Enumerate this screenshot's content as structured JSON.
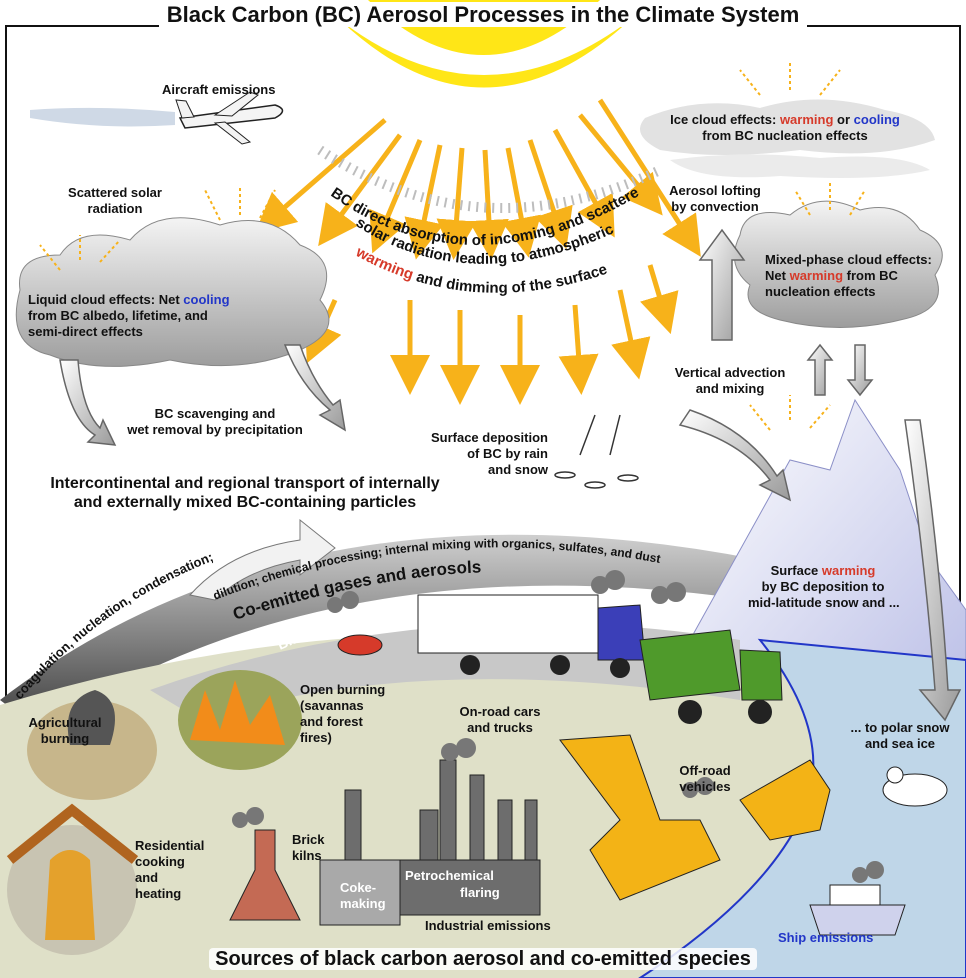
{
  "title": "Black Carbon (BC) Aerosol Processes in the Climate System",
  "footer_title": "Sources of black carbon aerosol and co-emitted species",
  "labels": {
    "aircraft": "Aircraft emissions",
    "scattered_1": "Scattered solar",
    "scattered_2": "radiation",
    "ice_cloud_prefix": "Ice cloud effects:",
    "ice_cloud_warming": "warming",
    "ice_cloud_or": "or",
    "ice_cloud_cooling": "cooling",
    "ice_cloud_line2": "from BC nucleation effects",
    "lofting_1": "Aerosol lofting",
    "lofting_2": "by convection",
    "mixed_1": "Mixed-phase cloud effects:",
    "mixed_2a": "Net",
    "mixed_2b": "warming",
    "mixed_2c": "from BC",
    "mixed_3": "nucleation effects",
    "liquid_1a": "Liquid cloud effects:  Net",
    "liquid_1b": "cooling",
    "liquid_2": "from BC albedo, lifetime, and",
    "liquid_3": "semi-direct effects",
    "vertical_1": "Vertical advection",
    "vertical_2": "and mixing",
    "scavenging_1": "BC scavenging and",
    "scavenging_2": "wet removal by precipitation",
    "deposition_1": "Surface deposition",
    "deposition_2": "of BC by rain",
    "deposition_3": "and snow",
    "transport_1": "Intercontinental and regional transport of internally",
    "transport_2": "and  externally mixed BC-containing particles",
    "surface_warming_1a": "Surface",
    "surface_warming_1b": "warming",
    "surface_warming_2": "by BC deposition to",
    "surface_warming_3": "mid-latitude snow and ...",
    "polar_1": "... to polar snow",
    "polar_2": "and sea ice",
    "open_burning_1": "Open burning",
    "open_burning_2": "(savannas",
    "open_burning_3": "and forest",
    "open_burning_4": "fires)",
    "onroad_1": "On-road cars",
    "onroad_2": "and trucks",
    "agricultural_1": "Agricultural",
    "agricultural_2": "burning",
    "offroad_1": "Off-road",
    "offroad_2": "vehicles",
    "residential_1": "Residential",
    "residential_2": "cooking",
    "residential_3": "and",
    "residential_4": "heating",
    "brick_1": "Brick",
    "brick_2": "kilns",
    "coke_1": "Coke-",
    "coke_2": "making",
    "petrochemical": "Petrochemical",
    "flaring": "flaring",
    "industrial": "Industrial emissions",
    "ship": "Ship emissions"
  },
  "arc_text": {
    "absorption_line1": "BC direct absorption of incoming and scattered",
    "absorption_line2": "solar radiation leading to atmospheric",
    "absorption_line3a": "warming",
    "absorption_line3b": " and dimming of the surface",
    "coagulation": "coagulation, nucleation, condensation;",
    "dilution": "dilution; chemical processing; internal mixing with organics, sulfates, and dust",
    "co_emitted": "Co-emitted gases and aerosols",
    "black_carbon": "Black carbon aerosol"
  },
  "colors": {
    "sun": "#ffe617",
    "sun_ray": "#f7b21a",
    "warming": "#d63a2a",
    "cooling": "#2236c8",
    "ground": "#dfe0c8",
    "sky_cloud": "#c9c9c9",
    "water": "#bfd6e8",
    "mountain": "#cfd2ec"
  }
}
